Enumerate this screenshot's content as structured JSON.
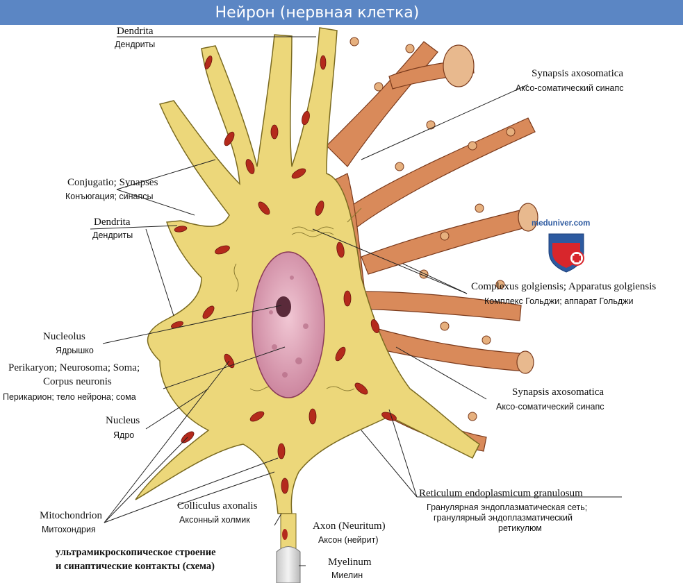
{
  "title": "Нейрон (нервная клетка)",
  "labels": {
    "dendrita_top": {
      "lat": "Dendrita",
      "ru": "Дендриты"
    },
    "conjugatio": {
      "lat": "Conjugatio; Synapses",
      "ru": "Конъюгация; синапсы"
    },
    "dendrita_mid": {
      "lat": "Dendrita",
      "ru": "Дендриты"
    },
    "nucleolus": {
      "lat": "Nucleolus",
      "ru": "Ядрышко"
    },
    "perikaryon": {
      "lat1": "Perikaryon; Neurosoma; Soma;",
      "lat2": "Corpus neuronis",
      "ru": "Перикарион; тело нейрона; сома"
    },
    "nucleus": {
      "lat": "Nucleus",
      "ru": "Ядро"
    },
    "mitochondrion": {
      "lat": "Mitochondrion",
      "ru": "Митохондрия"
    },
    "colliculus": {
      "lat": "Colliculus axonalis",
      "ru": "Аксонный холмик"
    },
    "axon": {
      "lat": "Axon (Neuritum)",
      "ru": "Аксон (нейрит)"
    },
    "myelinum": {
      "lat": "Myelinum",
      "ru": "Миелин"
    },
    "synapsis_top": {
      "lat": "Synapsis axosomatica",
      "ru": "Аксо-соматический синапс"
    },
    "golgi": {
      "lat": "Complexus golgiensis; Apparatus golgiensis",
      "ru": "Комплекс Гольджи; аппарат Гольджи"
    },
    "synapsis_bottom": {
      "lat": "Synapsis axosomatica",
      "ru": "Аксо-соматический синапс"
    },
    "reticulum": {
      "lat": "Reticulum endoplasmicum granulosum",
      "ru1": "Гранулярная эндоплазматическая сеть;",
      "ru2": "гранулярный эндоплазматический",
      "ru3": "ретикулюм"
    }
  },
  "caption": {
    "line1": "ультрамикроскопическое строение",
    "line2": "и синаптические контакты (схема)"
  },
  "watermark": "meduniver.com",
  "colors": {
    "title_bg": "#5b86c4",
    "cytoplasm": "#ecd77a",
    "nucleus": "#e3a8bc",
    "mitochondria": "#b42a1c",
    "presynaptic": "#d98a5a",
    "line": "#222222"
  }
}
